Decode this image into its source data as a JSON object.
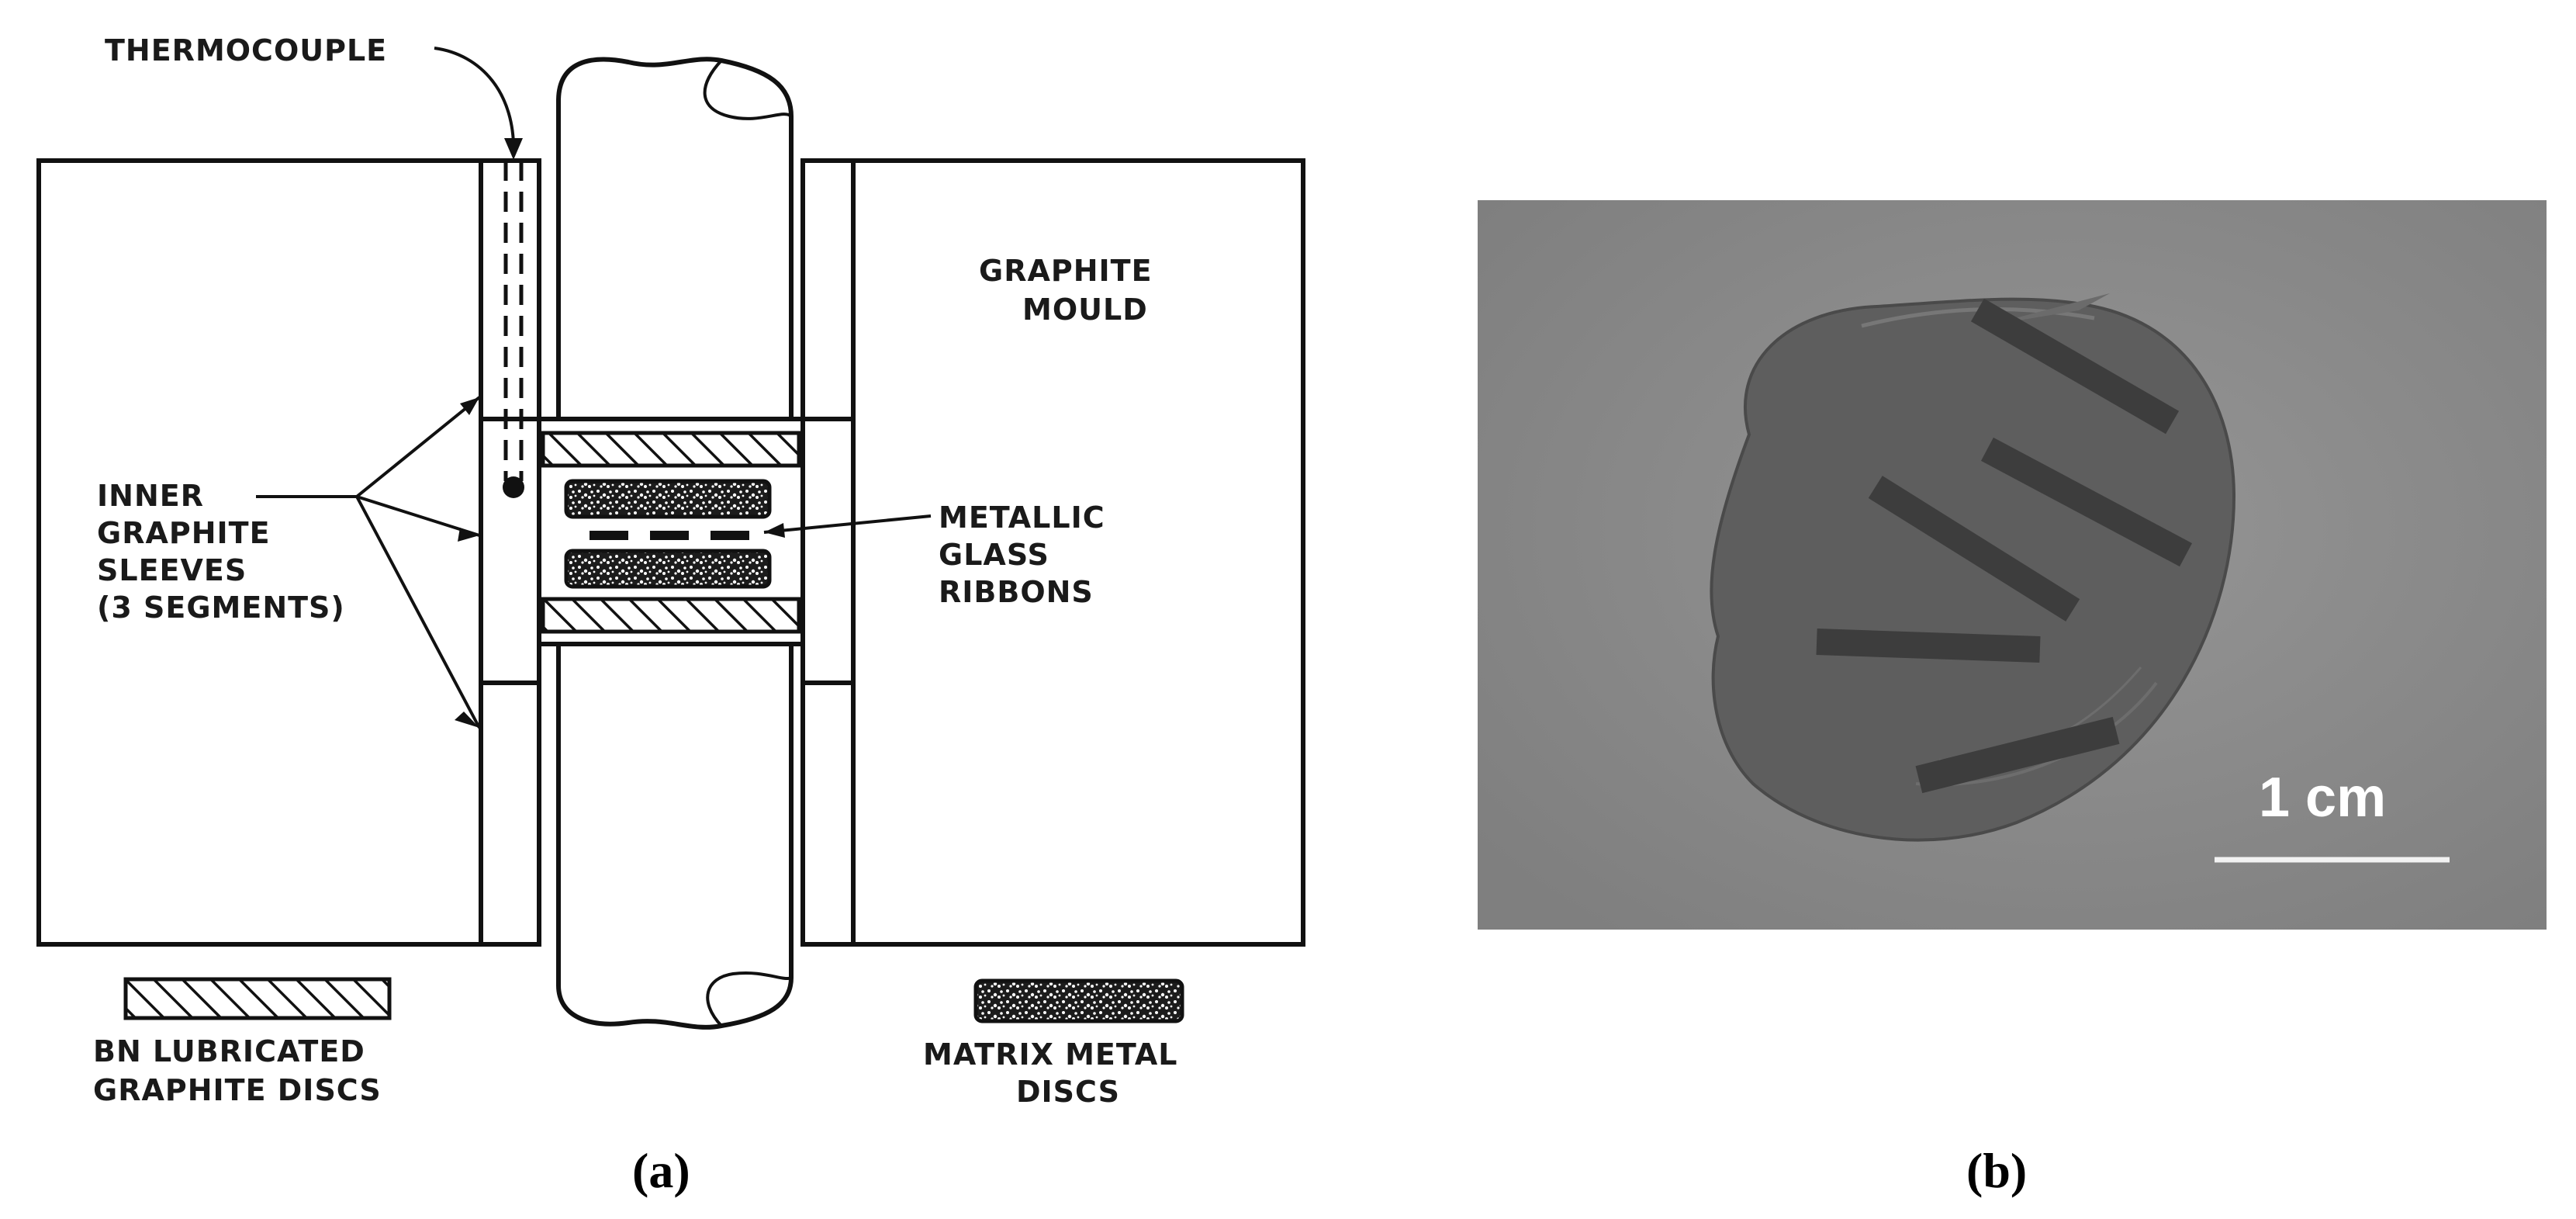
{
  "panel_a": {
    "label_thermocouple": "THERMOCOUPLE",
    "label_mould_line1": "GRAPHITE",
    "label_mould_line2": "MOULD",
    "label_sleeves_line1": "INNER",
    "label_sleeves_line2": "GRAPHITE",
    "label_sleeves_line3": "SLEEVES",
    "label_sleeves_line4": "(3 SEGMENTS)",
    "label_ribbons_line1": "METALLIC",
    "label_ribbons_line2": "GLASS",
    "label_ribbons_line3": "RIBBONS",
    "legend_bn_line1": "BN LUBRICATED",
    "legend_bn_line2": "GRAPHITE DISCS",
    "legend_matrix_line1": "MATRIX METAL",
    "legend_matrix_line2": "DISCS",
    "caption": "(a)"
  },
  "panel_b": {
    "scale_label": "1 cm",
    "caption": "(b)"
  },
  "colors": {
    "ink": "#111111",
    "photo_background": "#8c8c8c",
    "disc": "#5a5a5a",
    "ribbon": "#3a3a3a"
  }
}
